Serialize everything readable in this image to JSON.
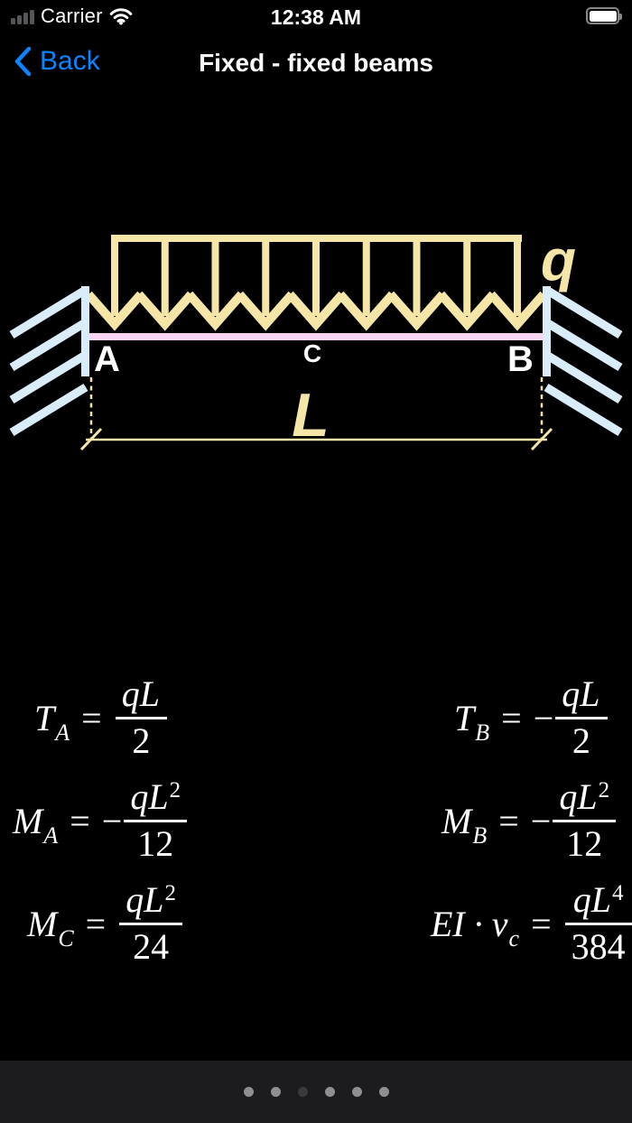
{
  "status_bar": {
    "carrier": "Carrier",
    "time": "12:38 AM"
  },
  "nav": {
    "back_label": "Back",
    "title": "Fixed - fixed beams"
  },
  "diagram": {
    "labels": {
      "load": "q",
      "support_left": "A",
      "midspan": "C",
      "support_right": "B",
      "span": "L"
    },
    "arrow_count": 9,
    "colors": {
      "load": "#f5e5a6",
      "beam": "#f8d6f1",
      "support": "#d9ecfa",
      "label_text": "#ffffff"
    }
  },
  "formulas": {
    "equals": "=",
    "left": [
      {
        "var": "T",
        "sub": "A",
        "sign": "",
        "num": "qL",
        "sup": "",
        "den": "2"
      },
      {
        "var": "M",
        "sub": "A",
        "sign": "−",
        "num": "qL",
        "sup": "2",
        "den": "12"
      },
      {
        "var": "M",
        "sub": "C",
        "sign": "",
        "num": "qL",
        "sup": "2",
        "den": "24"
      }
    ],
    "right": [
      {
        "var": "T",
        "sub": "B",
        "sign": "−",
        "num": "qL",
        "sup": "",
        "den": "2"
      },
      {
        "var": "M",
        "sub": "B",
        "sign": "−",
        "num": "qL",
        "sup": "2",
        "den": "12"
      },
      {
        "var": "EI · v",
        "sub": "c",
        "sign": "",
        "num": "qL",
        "sup": "4",
        "den": "384"
      }
    ]
  },
  "page_control": {
    "count": 6,
    "active_index": 2
  },
  "colors": {
    "accent": "#0a84ff",
    "background": "#000000",
    "bottom_bar": "#1c1c1e",
    "dot_inactive": "#8e8e93",
    "dot_active": "#3a3a3c"
  }
}
